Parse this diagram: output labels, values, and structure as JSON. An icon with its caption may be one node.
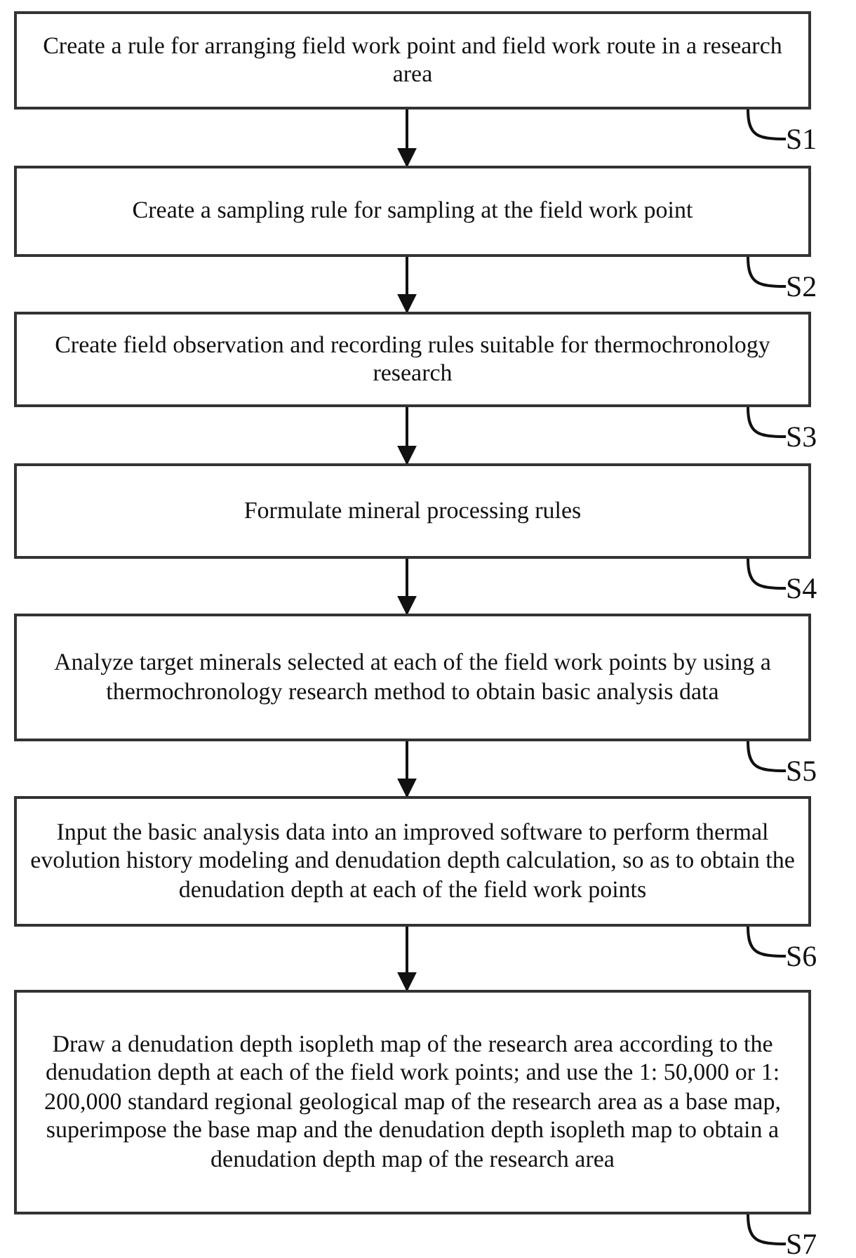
{
  "diagram": {
    "nodes": [
      {
        "text": [
          "Create a rule for arranging field work point and field work route in a research area"
        ]
      },
      {
        "text": [
          "Create a sampling rule for sampling at the field work point"
        ]
      },
      {
        "text": [
          "Create field observation and recording rules suitable for thermochronology research"
        ]
      },
      {
        "text": [
          "Formulate mineral processing rules"
        ]
      },
      {
        "text": [
          "Analyze target minerals selected at each of the field work points by using a thermochronology research method to obtain basic analysis data"
        ]
      },
      {
        "text": [
          "Input the basic analysis data into an improved software to perform thermal evolution history modeling and denudation depth calculation, so as to obtain the denudation depth at each of the field work points"
        ]
      },
      {
        "text": [
          "Draw a denudation depth isopleth map of the research area according to the denudation depth at each of the field work points; and use the 1: 50,000 or 1: 200,000 standard regional geological map of the research area as a base map, superimpose the base map and the denudation depth isopleth map to obtain a denudation depth map of the research area"
        ]
      },
      {
        "text": [
          "S1"
        ]
      },
      {
        "text": [
          "S2"
        ]
      },
      {
        "text": [
          "S3"
        ]
      },
      {
        "text": [
          "S4"
        ]
      },
      {
        "text": [
          "S5"
        ]
      },
      {
        "text": [
          "S6"
        ]
      },
      {
        "text": [
          "S7"
        ]
      }
    ],
    "edges": [
      {
        "from": 0,
        "to": 1,
        "arrow": "to"
      },
      {
        "from": 1,
        "to": 2,
        "arrow": "to"
      },
      {
        "from": 2,
        "to": 3,
        "arrow": "to"
      },
      {
        "from": 3,
        "to": 4,
        "arrow": "to"
      },
      {
        "from": 4,
        "to": 5,
        "arrow": "to"
      },
      {
        "from": 5,
        "to": 6,
        "arrow": "to"
      },
      {
        "from": 7,
        "to": 0,
        "arrow": "none"
      },
      {
        "from": 8,
        "to": 1,
        "arrow": "none"
      },
      {
        "from": 9,
        "to": 2,
        "arrow": "none"
      },
      {
        "from": 10,
        "to": 3,
        "arrow": "none"
      },
      {
        "from": 11,
        "to": 4,
        "arrow": "none"
      },
      {
        "from": 12,
        "to": 5,
        "arrow": "none"
      },
      {
        "from": 13,
        "to": 6,
        "arrow": "none"
      }
    ]
  }
}
